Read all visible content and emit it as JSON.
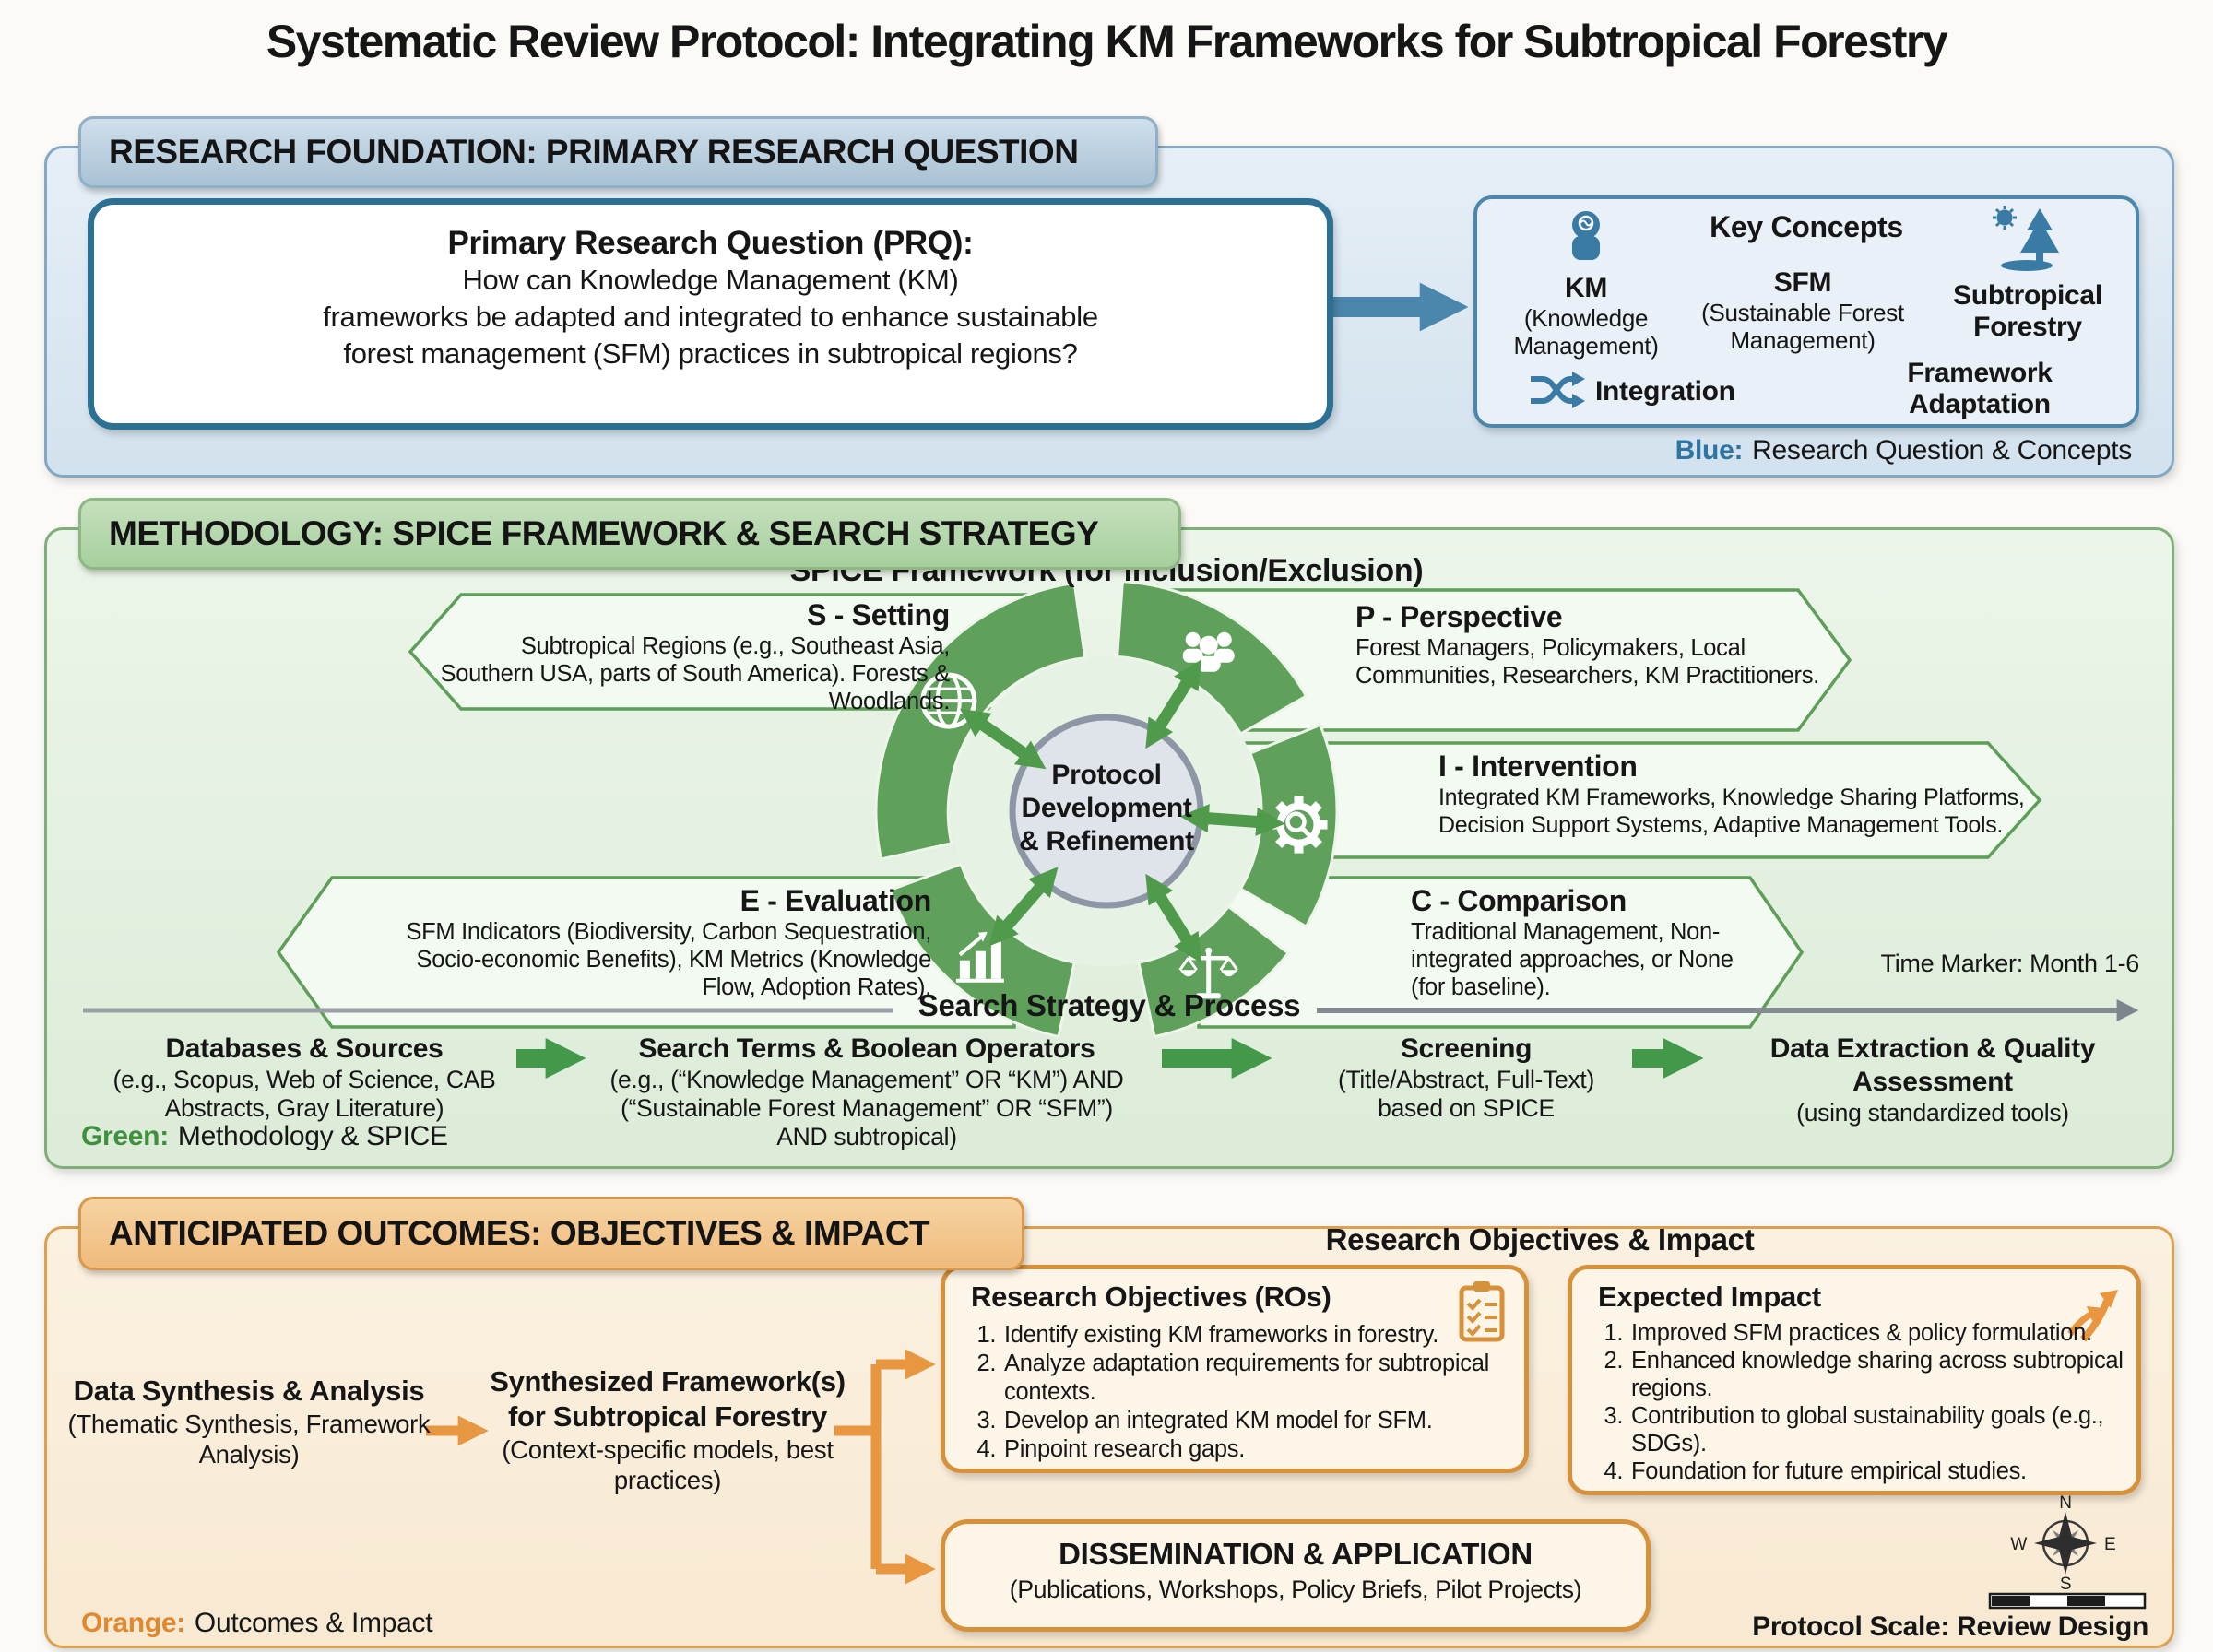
{
  "page": {
    "title": "Systematic Review Protocol: Integrating KM Frameworks for Subtropical Forestry"
  },
  "colors": {
    "blue_accent": "#2e74a5",
    "green_accent": "#3f8f3f",
    "orange_accent": "#e0882e",
    "ring_green": "#5fa05a",
    "steel_blue": "#3a7ba6",
    "section_blue": "#d9e6f1",
    "section_green": "#e3f0e0",
    "section_orange": "#faeedd"
  },
  "foundation": {
    "header": "RESEARCH FOUNDATION: PRIMARY RESEARCH QUESTION",
    "prq": {
      "title": "Primary Research Question (PRQ):",
      "line1": "How can Knowledge Management (KM)",
      "line2": "frameworks be adapted and integrated to enhance sustainable",
      "line3": "forest management (SFM) practices in subtropical regions?"
    },
    "concepts": {
      "title": "Key Concepts",
      "km_abbr": "KM",
      "km_full": "(Knowledge Management)",
      "sfm_abbr": "SFM",
      "sfm_full": "(Sustainable Forest Management)",
      "subtropical": "Subtropical Forestry",
      "integration": "Integration",
      "framework_adaptation": "Framework Adaptation",
      "icons": [
        "head-brain-icon",
        "sun-tree-icon",
        "shuffle-icon"
      ]
    },
    "legend": {
      "prefix": "Blue:",
      "text": "Research Question & Concepts"
    }
  },
  "methodology": {
    "header": "METHODOLOGY: SPICE FRAMEWORK & SEARCH STRATEGY",
    "spice_title": "SPICE Framework (for Inclusion/Exclusion)",
    "center": {
      "line1": "Protocol",
      "line2": "Development",
      "line3": "& Refinement"
    },
    "spice": {
      "setting": {
        "title": "S - Setting",
        "text": "Subtropical Regions (e.g., Southeast Asia, Southern USA, parts of South America). Forests & Woodlands.",
        "icon": "globe-icon"
      },
      "perspective": {
        "title": "P - Perspective",
        "text": "Forest Managers, Policymakers, Local Communities, Researchers, KM Practitioners.",
        "icon": "people-icon"
      },
      "intervention": {
        "title": "I - Intervention",
        "text": "Integrated KM Frameworks, Knowledge Sharing Platforms, Decision Support Systems, Adaptive Management Tools.",
        "icon": "gear-search-icon"
      },
      "comparison": {
        "title": "C - Comparison",
        "text": "Traditional Management, Non-integrated approaches, or None (for baseline).",
        "icon": "scales-icon"
      },
      "evaluation": {
        "title": "E - Evaluation",
        "text": "SFM Indicators (Biodiversity, Carbon Sequestration, Socio-economic Benefits), KM Metrics (Knowledge Flow, Adoption Rates).",
        "icon": "bar-chart-icon"
      }
    },
    "search_title": "Search Strategy & Process",
    "time_marker": "Time Marker: Month 1-6",
    "steps": [
      {
        "title": "Databases & Sources",
        "subtitle": "(e.g., Scopus, Web of Science, CAB Abstracts, Gray Literature)"
      },
      {
        "title": "Search Terms & Boolean Operators",
        "subtitle": "(e.g., (“Knowledge Management” OR “KM”) AND (“Sustainable Forest Management” OR “SFM”) AND subtropical)"
      },
      {
        "title": "Screening",
        "subtitle": "(Title/Abstract, Full-Text) based on SPICE"
      },
      {
        "title": "Data Extraction & Quality Assessment",
        "subtitle": "(using standardized tools)"
      }
    ],
    "legend": {
      "prefix": "Green:",
      "text": "Methodology & SPICE"
    }
  },
  "outcomes": {
    "header": "ANTICIPATED OUTCOMES: OBJECTIVES & IMPACT",
    "section_title": "Research Objectives & Impact",
    "synthesis": {
      "title": "Data Synthesis & Analysis",
      "sub": "(Thematic Synthesis, Framework Analysis)"
    },
    "framework": {
      "title": "Synthesized Framework(s) for Subtropical Forestry",
      "sub": "(Context-specific models, best practices)"
    },
    "objectives": {
      "title": "Research Objectives (ROs)",
      "icon": "clipboard-check-icon",
      "items": [
        "Identify existing KM frameworks in forestry.",
        "Analyze adaptation requirements for subtropical contexts.",
        "Develop an integrated KM model for SFM.",
        "Pinpoint research gaps."
      ]
    },
    "impact": {
      "title": "Expected Impact",
      "icon": "rising-arrows-icon",
      "items": [
        "Improved SFM practices & policy formulation.",
        "Enhanced knowledge sharing across subtropical regions.",
        "Contribution to global sustainability goals (e.g., SDGs).",
        "Foundation for future empirical studies."
      ]
    },
    "dissemination": {
      "title": "DISSEMINATION & APPLICATION",
      "subtitle": "(Publications, Workshops, Policy Briefs, Pilot Projects)"
    },
    "compass": {
      "n": "N",
      "e": "E",
      "s": "S",
      "w": "W"
    },
    "scale_label": "Protocol Scale: Review Design",
    "legend": {
      "prefix": "Orange:",
      "text": "Outcomes & Impact"
    }
  }
}
